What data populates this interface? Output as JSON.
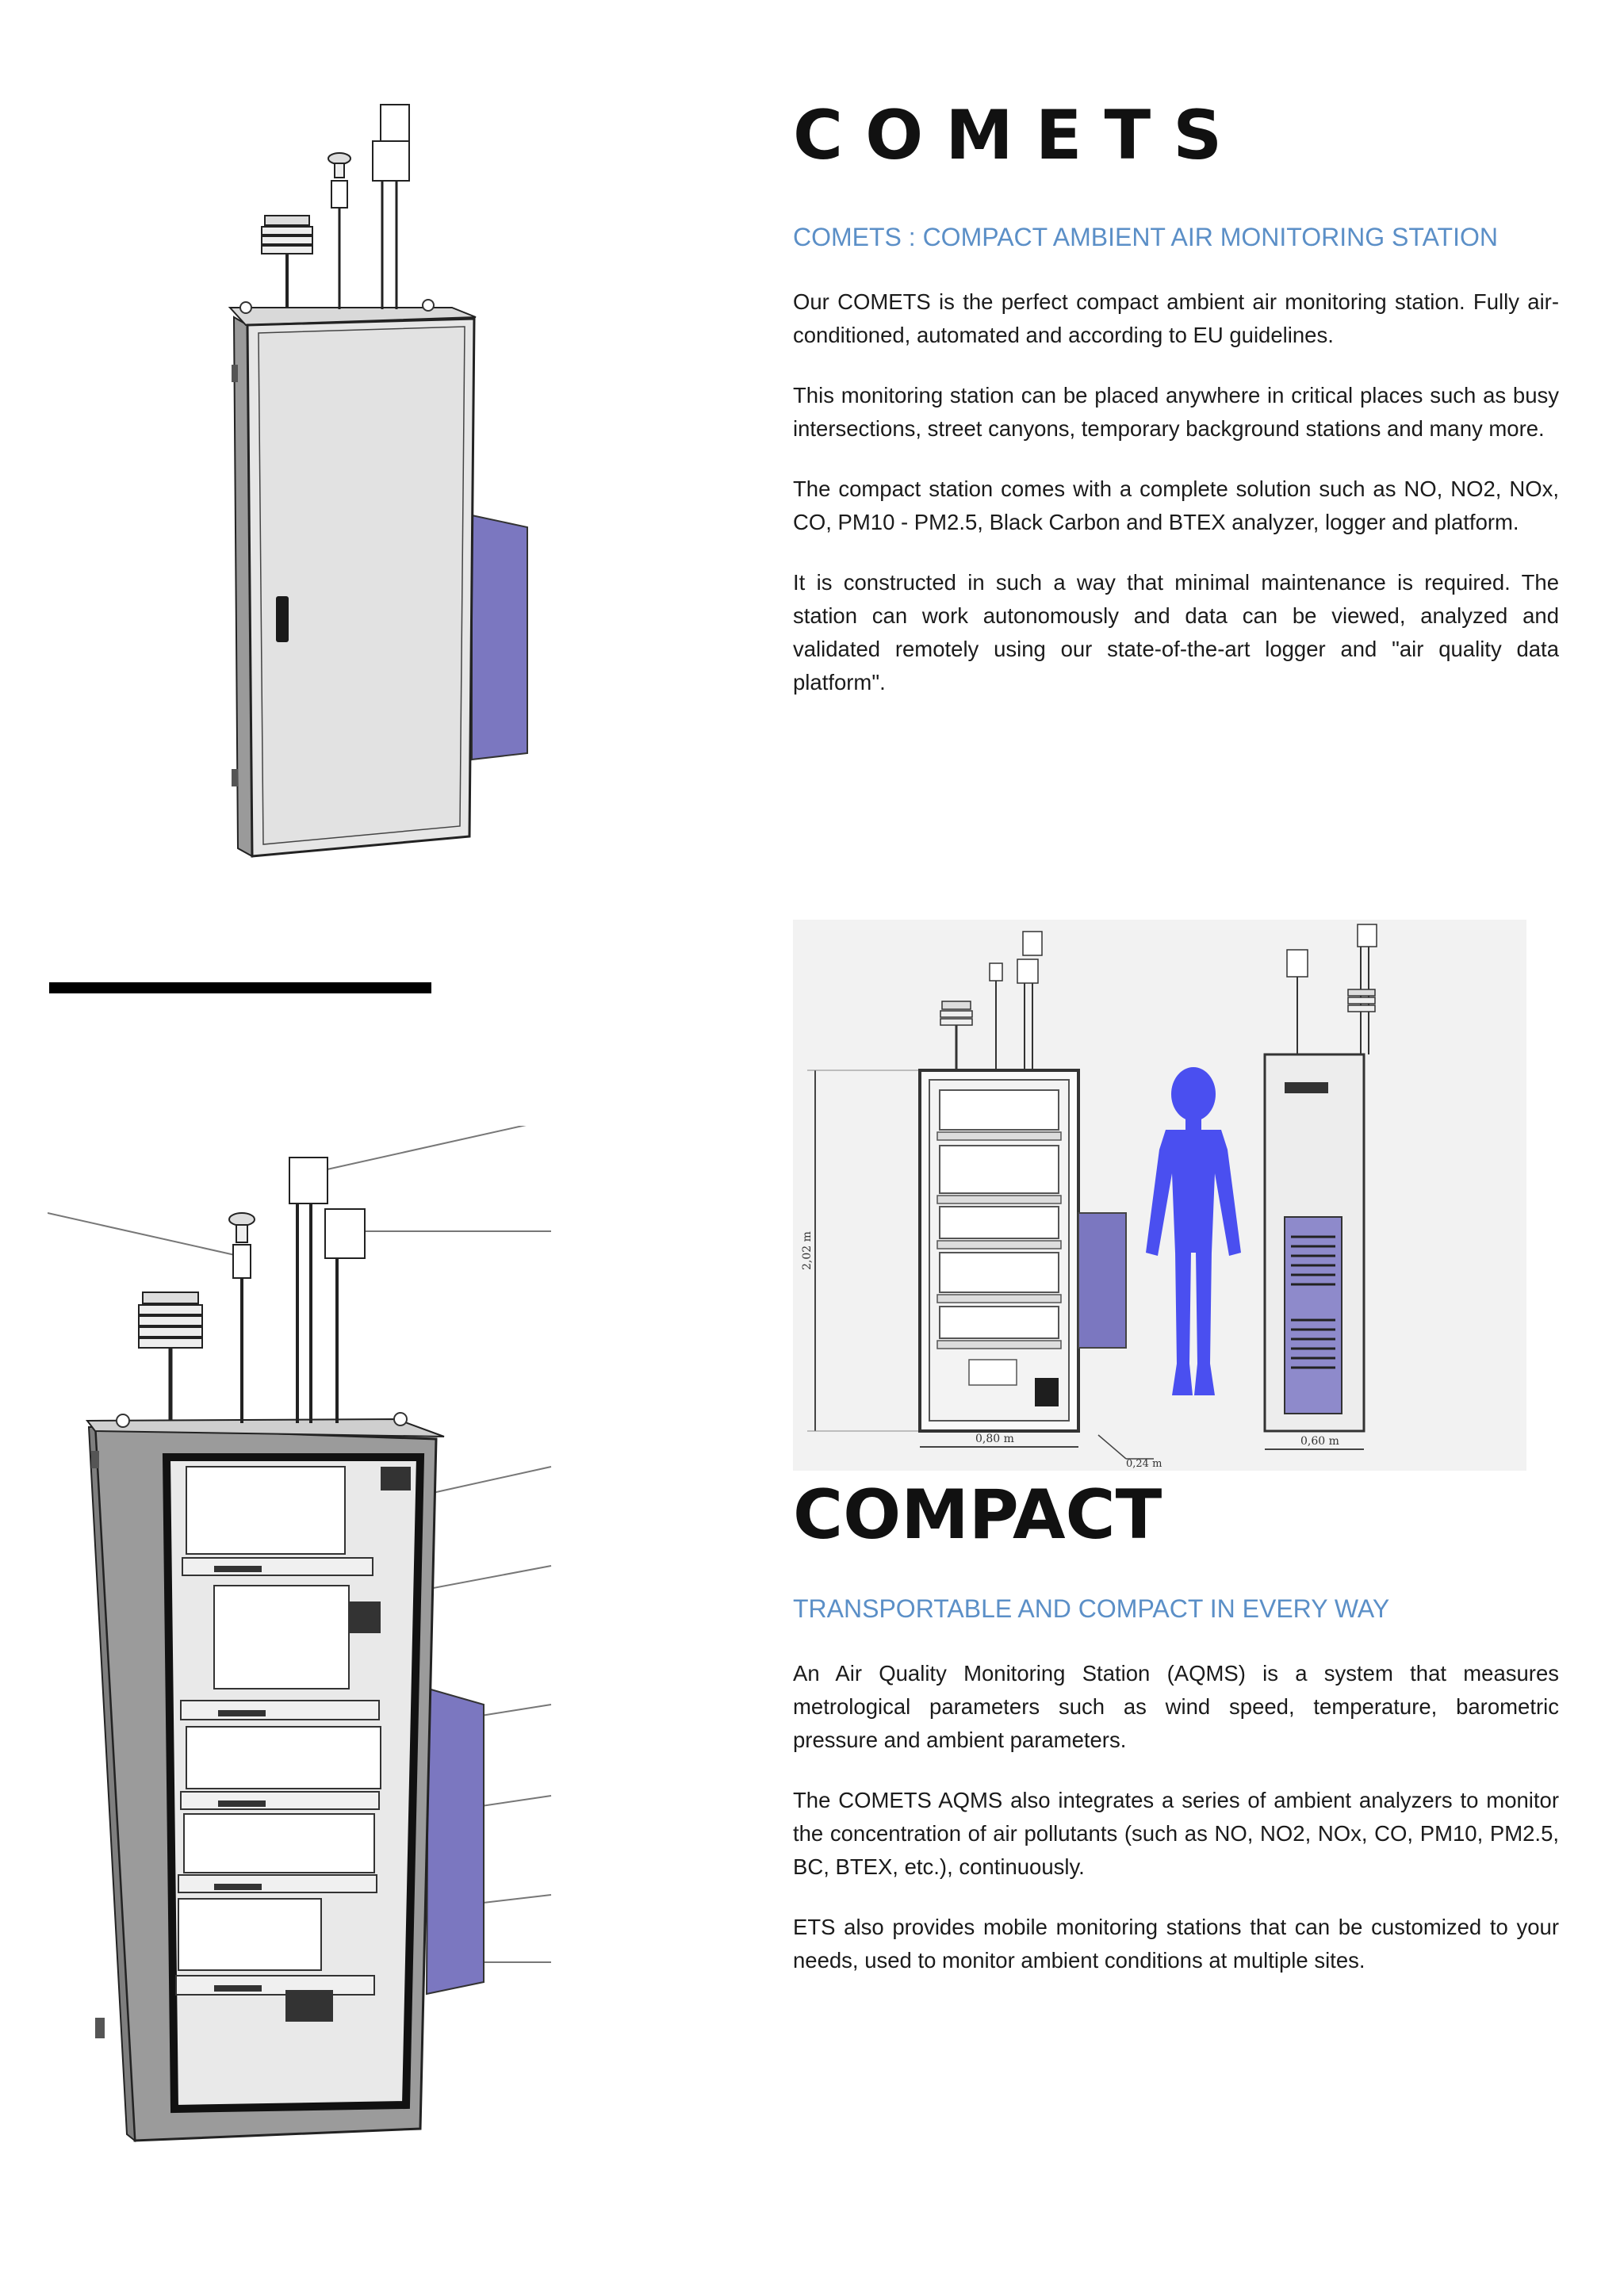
{
  "section1": {
    "title": "COMETS",
    "subtitle": "COMETS : COMPACT AMBIENT AIR MONITORING STATION",
    "paragraphs": [
      "Our COMETS is the perfect compact ambient air monitoring station. Fully air-conditioned, automated and according to EU guidelines.",
      "This monitoring station can be placed anywhere in critical places such as busy intersections, street canyons, temporary background stations and many more.",
      "The compact station comes with a complete solution such as NO, NO2, NOx, CO, PM10 - PM2.5, Black Carbon and BTEX analyzer, logger and platform.",
      "It is constructed in such a way that minimal maintenance is required. The station can work autonomously and data can be viewed, analyzed and validated remotely using our state-of-the-art logger and \"air quality data platform\"."
    ]
  },
  "section2": {
    "title": "COMPACT",
    "subtitle": "TRANSPORTABLE AND COMPACT IN EVERY WAY",
    "paragraphs": [
      "An Air Quality Monitoring Station (AQMS) is a system that measures metrological parameters such as wind speed, temperature, barometric pressure and ambient parameters.",
      "The COMETS AQMS also integrates a series of ambient analyzers to monitor the concentration of air pollutants (such as NO, NO2, NOx, CO, PM10, PM2.5, BC, BTEX, etc.), continuously.",
      "ETS also provides mobile monitoring stations that can be customized to your needs, used to monitor ambient conditions at multiple sites."
    ]
  },
  "dimensions": {
    "height": "2,02 m",
    "width": "0,80 m",
    "depth_unit": "0,24 m",
    "side_width": "0,60 m"
  },
  "colors": {
    "accent": "#5b8fc7",
    "enclosure_side_unit": "#7a76bf",
    "human_figure": "#4a4ff0"
  }
}
